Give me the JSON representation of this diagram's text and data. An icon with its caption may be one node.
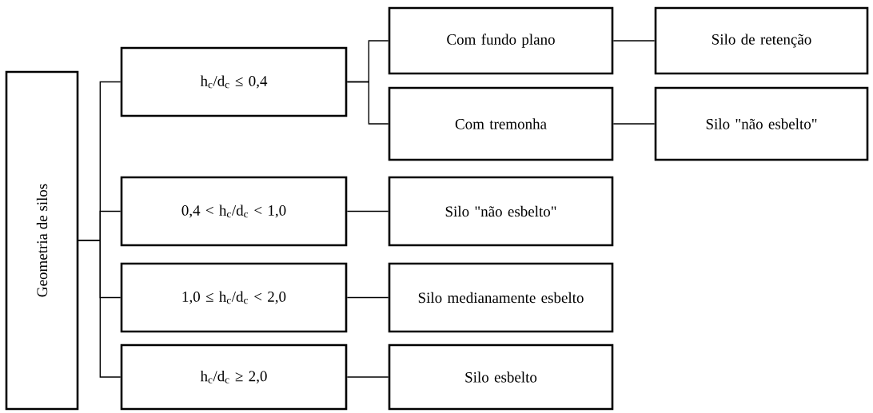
{
  "diagram": {
    "nodes": [
      {
        "text": [
          "Geometria de silos"
        ]
      },
      {
        "text": [
          "h$_{c}$/d$_{c}$ ≤ 0,4"
        ]
      },
      {
        "text": [
          "Com fundo plano"
        ]
      },
      {
        "text": [
          "Silo de retenção"
        ]
      },
      {
        "text": [
          "Com tremonha"
        ]
      },
      {
        "text": [
          "Silo \"não esbelto\""
        ]
      },
      {
        "text": [
          "0,4 < h$_{c}$/d$_{c}$ < 1,0"
        ]
      },
      {
        "text": [
          "Silo \"não esbelto\""
        ]
      },
      {
        "text": [
          "1,0 ≤ h$_{c}$/d$_{c}$ < 2,0"
        ]
      },
      {
        "text": [
          "Silo medianamente esbelto"
        ]
      },
      {
        "text": [
          "h$_{c}$/d$_{c}$ ≥ 2,0"
        ]
      },
      {
        "text": [
          "Silo esbelto"
        ]
      }
    ],
    "edges": [
      {
        "from": 0,
        "to": 1,
        "arrow": "none"
      },
      {
        "from": 0,
        "to": 6,
        "arrow": "none"
      },
      {
        "from": 0,
        "to": 8,
        "arrow": "none"
      },
      {
        "from": 0,
        "to": 10,
        "arrow": "none"
      },
      {
        "from": 1,
        "to": 2,
        "arrow": "none"
      },
      {
        "from": 1,
        "to": 4,
        "arrow": "none"
      },
      {
        "from": 2,
        "to": 3,
        "arrow": "none"
      },
      {
        "from": 4,
        "to": 5,
        "arrow": "none"
      },
      {
        "from": 6,
        "to": 7,
        "arrow": "none"
      },
      {
        "from": 8,
        "to": 9,
        "arrow": "none"
      },
      {
        "from": 10,
        "to": 11,
        "arrow": "none"
      }
    ]
  }
}
